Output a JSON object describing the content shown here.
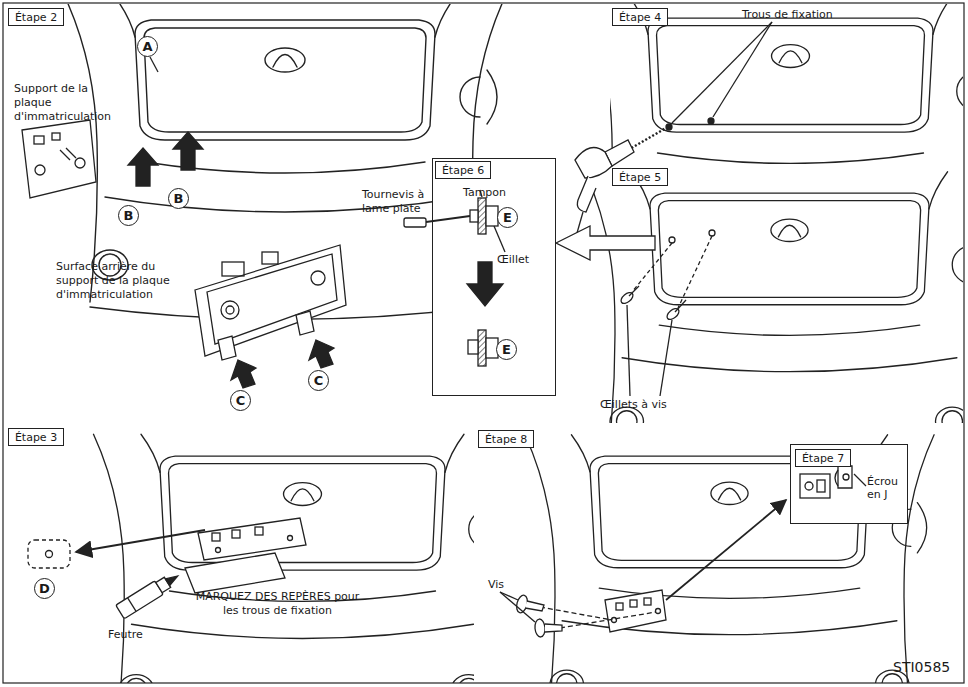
{
  "diagram": {
    "nodes": [
      {
        "text": [
          "Étape 2"
        ]
      },
      {
        "text": [
          "A"
        ]
      },
      {
        "text": [
          "B"
        ]
      },
      {
        "text": [
          "B"
        ]
      },
      {
        "text": [
          "C"
        ]
      },
      {
        "text": [
          "C"
        ]
      },
      {
        "text": [
          "Étape 3"
        ]
      },
      {
        "text": [
          "D"
        ]
      },
      {
        "text": [
          "Étape 4"
        ]
      },
      {
        "text": [
          "Tampon",
          "Œillet"
        ]
      },
      {
        "text": [
          "Étape 6"
        ],
        "in": 9
      },
      {
        "text": [
          "E"
        ],
        "in": 9
      },
      {
        "text": [
          "E"
        ],
        "in": 9
      },
      {
        "text": [
          "Étape 5"
        ]
      },
      {
        "text": [
          "Étape 8"
        ]
      },
      {
        "text": [
          "Écrou en J"
        ]
      },
      {
        "text": [
          "Étape 7"
        ],
        "in": 15
      }
    ],
    "labels": [
      "Support de la plaque d'immatriculation",
      "Surface arrière du support de la plaque d'immatriculation",
      "Tournevis à lame plate",
      "Trous de fixation",
      "Œillets à vis",
      "Feutre",
      "MARQUEZ DES REPÈRES pour les trous de fixation",
      "Vis",
      "STI0585"
    ]
  }
}
